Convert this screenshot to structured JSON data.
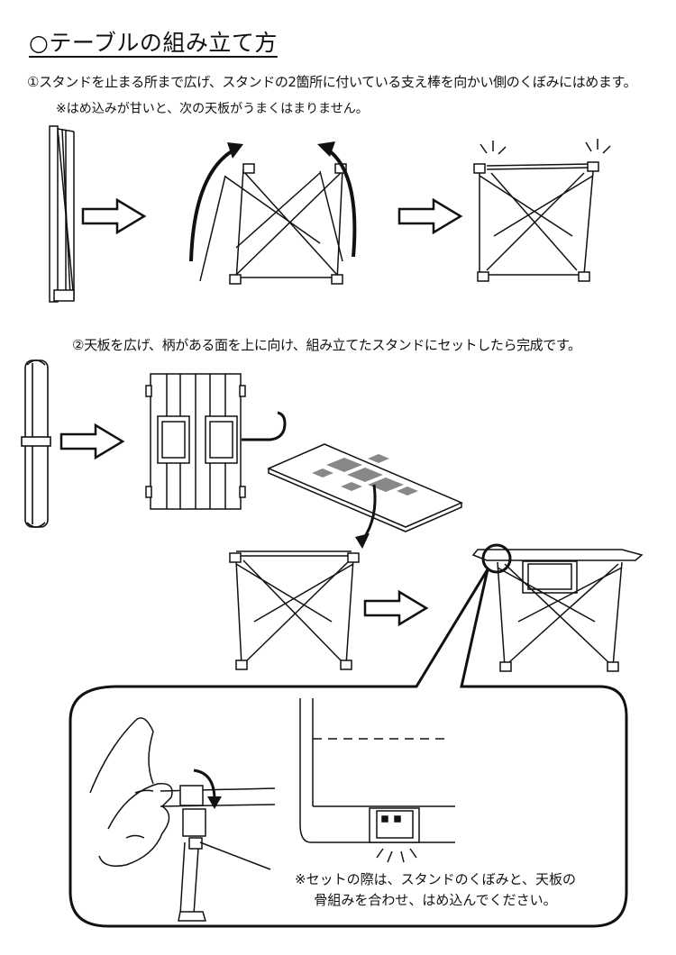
{
  "title": "○テーブルの組み立て方",
  "step1": {
    "number": "①",
    "text": "スタンドを止まる所まで広げ、スタンドの2箇所に付いている支え棒を向かい側のくぼみにはめます。",
    "note": "※はめ込みが甘いと、次の天板がうまくはまりません。"
  },
  "step2": {
    "number": "②",
    "text": "天板を広げ、柄がある面を上に向け、組み立てたスタンドにセットしたら完成です。"
  },
  "callout": {
    "note_line1": "※セットの際は、スタンドのくぼみと、天板の",
    "note_line2": "骨組みを合わせ、はめ込んでください。"
  },
  "icons": [
    "right-arrow-icon",
    "curved-arrow-icon",
    "click-sparkle-icon",
    "magnifier-circle-icon"
  ]
}
